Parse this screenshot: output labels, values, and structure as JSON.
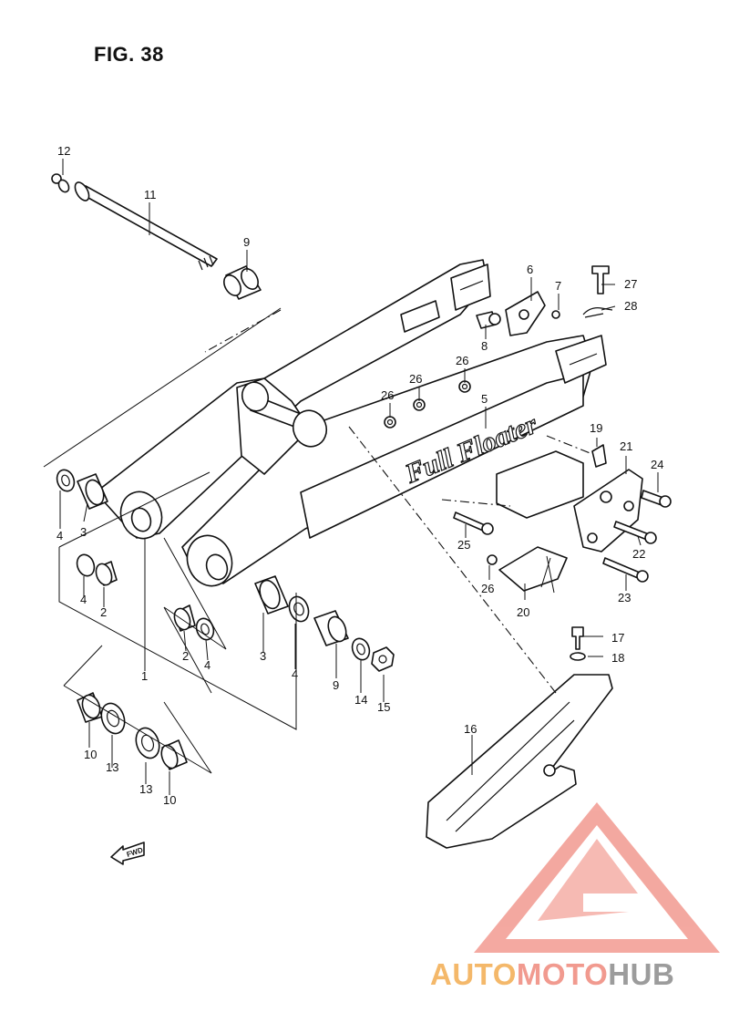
{
  "figure": {
    "title": "FIG. 38"
  },
  "callouts": [
    {
      "label": "12"
    },
    {
      "label": "11"
    },
    {
      "label": "9"
    },
    {
      "label": "6"
    },
    {
      "label": "7"
    },
    {
      "label": "27"
    },
    {
      "label": "28"
    },
    {
      "label": "8"
    },
    {
      "label": "26"
    },
    {
      "label": "26"
    },
    {
      "label": "26"
    },
    {
      "label": "5"
    },
    {
      "label": "19"
    },
    {
      "label": "21"
    },
    {
      "label": "24"
    },
    {
      "label": "22"
    },
    {
      "label": "23"
    },
    {
      "label": "25"
    },
    {
      "label": "26"
    },
    {
      "label": "20"
    },
    {
      "label": "17"
    },
    {
      "label": "18"
    },
    {
      "label": "16"
    },
    {
      "label": "4"
    },
    {
      "label": "3"
    },
    {
      "label": "4"
    },
    {
      "label": "2"
    },
    {
      "label": "1"
    },
    {
      "label": "2"
    },
    {
      "label": "4"
    },
    {
      "label": "3"
    },
    {
      "label": "4"
    },
    {
      "label": "9"
    },
    {
      "label": "14"
    },
    {
      "label": "15"
    },
    {
      "label": "10"
    },
    {
      "label": "13"
    },
    {
      "label": "13"
    },
    {
      "label": "10"
    }
  ],
  "swingarm_lettering": "Full Floater",
  "direction_marker": "FWD",
  "watermark": {
    "parts": [
      "AUTO",
      "MOTO",
      "HUB"
    ],
    "colors": {
      "auto": "#f4b86a",
      "moto": "#f19a8f",
      "hub": "#9c9c9c",
      "logo": "#f29a90"
    }
  }
}
